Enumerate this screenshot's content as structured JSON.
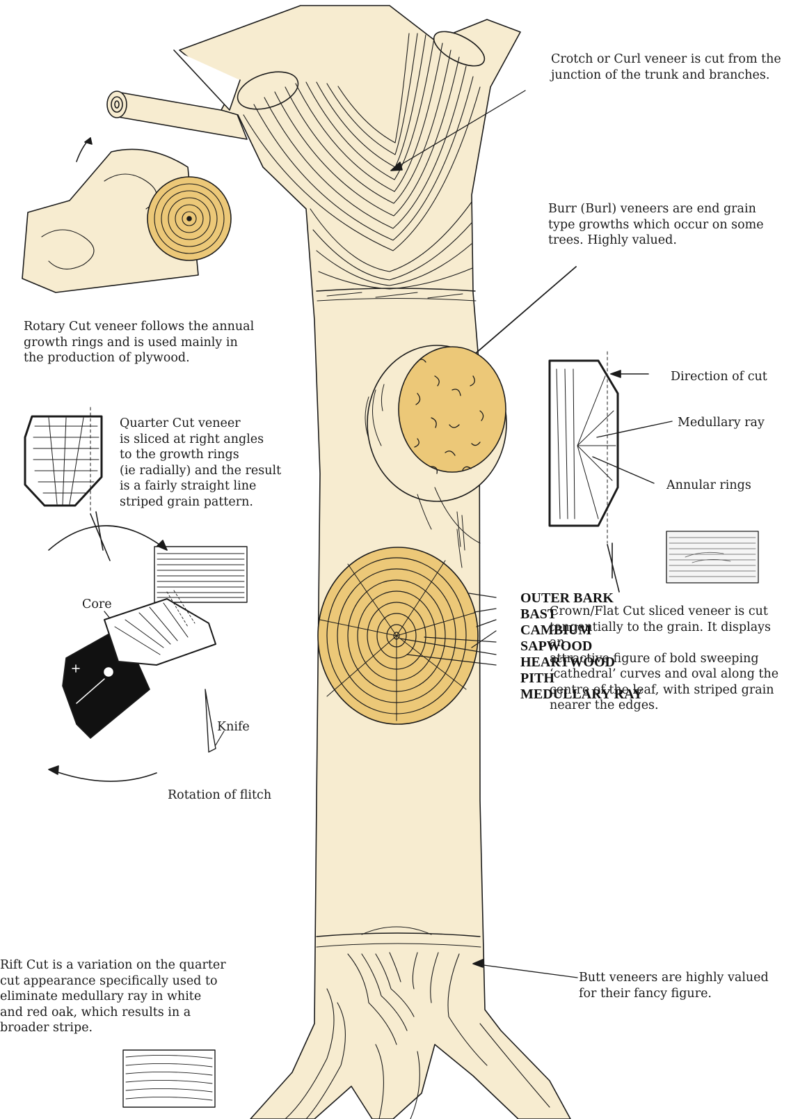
{
  "colors": {
    "wood": "#f7ecd0",
    "ring": "#ecc878",
    "ink": "#1a1a1a",
    "paper": "#ffffff"
  },
  "captions": {
    "crotch": "Crotch or Curl veneer is cut from the\njunction of the trunk and branches.",
    "burr": "Burr (Burl) veneers are end grain\ntype growths which occur on some\ntrees. Highly valued.",
    "rotary": "Rotary Cut veneer follows the annual\ngrowth rings and is used mainly in\nthe production of plywood.",
    "quarter": "Quarter Cut veneer\nis sliced at right angles\nto the growth rings\n(ie radially) and the result\nis a fairly straight line\nstriped grain pattern.",
    "crown": "Crown/Flat Cut sliced veneer is cut\ntangentially to the grain. It displays\nan\nattractive figure of bold sweeping\n‘cathedral’ curves and oval along the\ncentre of the leaf, with striped grain\nnearer the edges.",
    "rift": "Rift Cut is a variation on the quarter\ncut appearance specifically used to\neliminate medullary ray in white\nand red oak, which results in a\nbroader stripe.",
    "butt": "Butt veneers are highly valued\nfor their fancy figure."
  },
  "labels": {
    "direction_of_cut": "Direction of cut",
    "medullary_ray": "Medullary ray",
    "annular_rings": "Annular rings",
    "core": "Core",
    "knife": "Knife",
    "rotation": "Rotation of flitch"
  },
  "parts": [
    "OUTER BARK",
    "BAST",
    "CAMBIUM",
    "SAPWOOD",
    "HEARTWOOD",
    "PITH",
    "MEDULLARY RAY"
  ]
}
